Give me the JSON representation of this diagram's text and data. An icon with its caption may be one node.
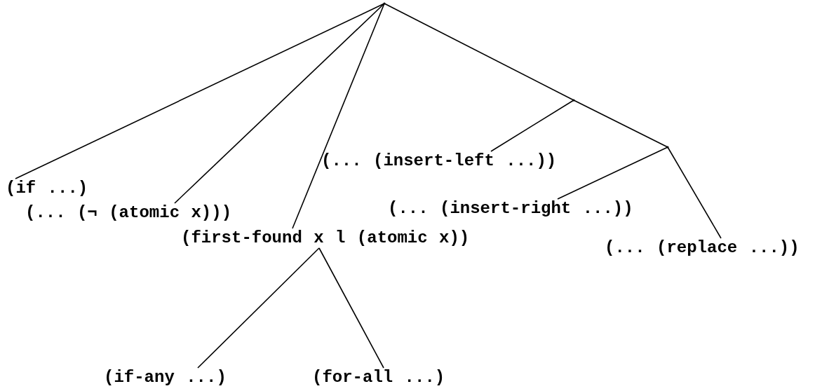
{
  "diagram": {
    "nodes": [
      {
        "text": [],
        "shape": "point"
      },
      {
        "text": [
          "(if ...)"
        ]
      },
      {
        "text": [
          "(... (¬ (atomic x)))"
        ]
      },
      {
        "text": [
          "(first-found x l (atomic x))"
        ]
      },
      {
        "text": [],
        "shape": "point"
      },
      {
        "text": [
          "(... (insert-left ...))"
        ]
      },
      {
        "text": [],
        "shape": "point"
      },
      {
        "text": [
          "(... (insert-right ...))"
        ]
      },
      {
        "text": [
          "(... (replace ...))"
        ]
      },
      {
        "text": [
          "(if-any ...)"
        ]
      },
      {
        "text": [
          "(for-all ...)"
        ]
      }
    ],
    "edges": [
      {
        "from": 0,
        "to": 1,
        "arrow": "none"
      },
      {
        "from": 0,
        "to": 2,
        "arrow": "none"
      },
      {
        "from": 0,
        "to": 3,
        "arrow": "none"
      },
      {
        "from": 0,
        "to": 4,
        "arrow": "none"
      },
      {
        "from": 4,
        "to": 5,
        "arrow": "none"
      },
      {
        "from": 4,
        "to": 6,
        "arrow": "none"
      },
      {
        "from": 6,
        "to": 7,
        "arrow": "none"
      },
      {
        "from": 6,
        "to": 8,
        "arrow": "none"
      },
      {
        "from": 3,
        "to": 9,
        "arrow": "none"
      },
      {
        "from": 3,
        "to": 10,
        "arrow": "none"
      }
    ]
  }
}
